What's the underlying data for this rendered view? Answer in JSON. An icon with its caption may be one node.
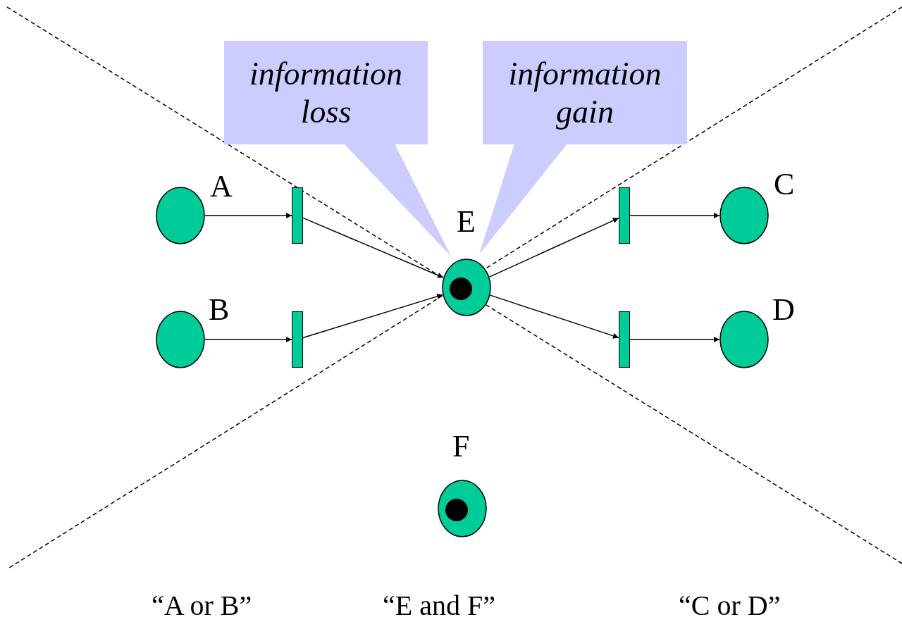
{
  "diagram": {
    "nodes": [
      {
        "text": [
          "information loss"
        ]
      },
      {
        "text": [
          "information gain"
        ]
      },
      {
        "text": [
          "A"
        ]
      },
      {
        "text": [
          "B"
        ]
      },
      {
        "text": [
          "E"
        ]
      },
      {
        "text": [
          "C"
        ]
      },
      {
        "text": [
          "D"
        ]
      },
      {
        "text": [
          "F"
        ]
      },
      {
        "text": [],
        "shape": "bar"
      },
      {
        "text": [],
        "shape": "bar"
      },
      {
        "text": [],
        "shape": "bar"
      },
      {
        "text": [],
        "shape": "bar"
      }
    ],
    "edges": [
      {
        "from": 2,
        "to": 8,
        "arrow": "to"
      },
      {
        "from": 3,
        "to": 9,
        "arrow": "to"
      },
      {
        "from": 8,
        "to": 4,
        "arrow": "to"
      },
      {
        "from": 9,
        "to": 4,
        "arrow": "to"
      },
      {
        "from": 4,
        "to": 10,
        "arrow": "to"
      },
      {
        "from": 4,
        "to": 11,
        "arrow": "to"
      },
      {
        "from": 10,
        "to": 5,
        "arrow": "to"
      },
      {
        "from": 11,
        "to": 6,
        "arrow": "to"
      },
      {
        "from": 0,
        "to": 4,
        "arrow": "to"
      },
      {
        "from": 1,
        "to": 4,
        "arrow": "to"
      }
    ],
    "labels": [
      "“A or B”",
      "“E and F”",
      "“C or D”"
    ]
  }
}
